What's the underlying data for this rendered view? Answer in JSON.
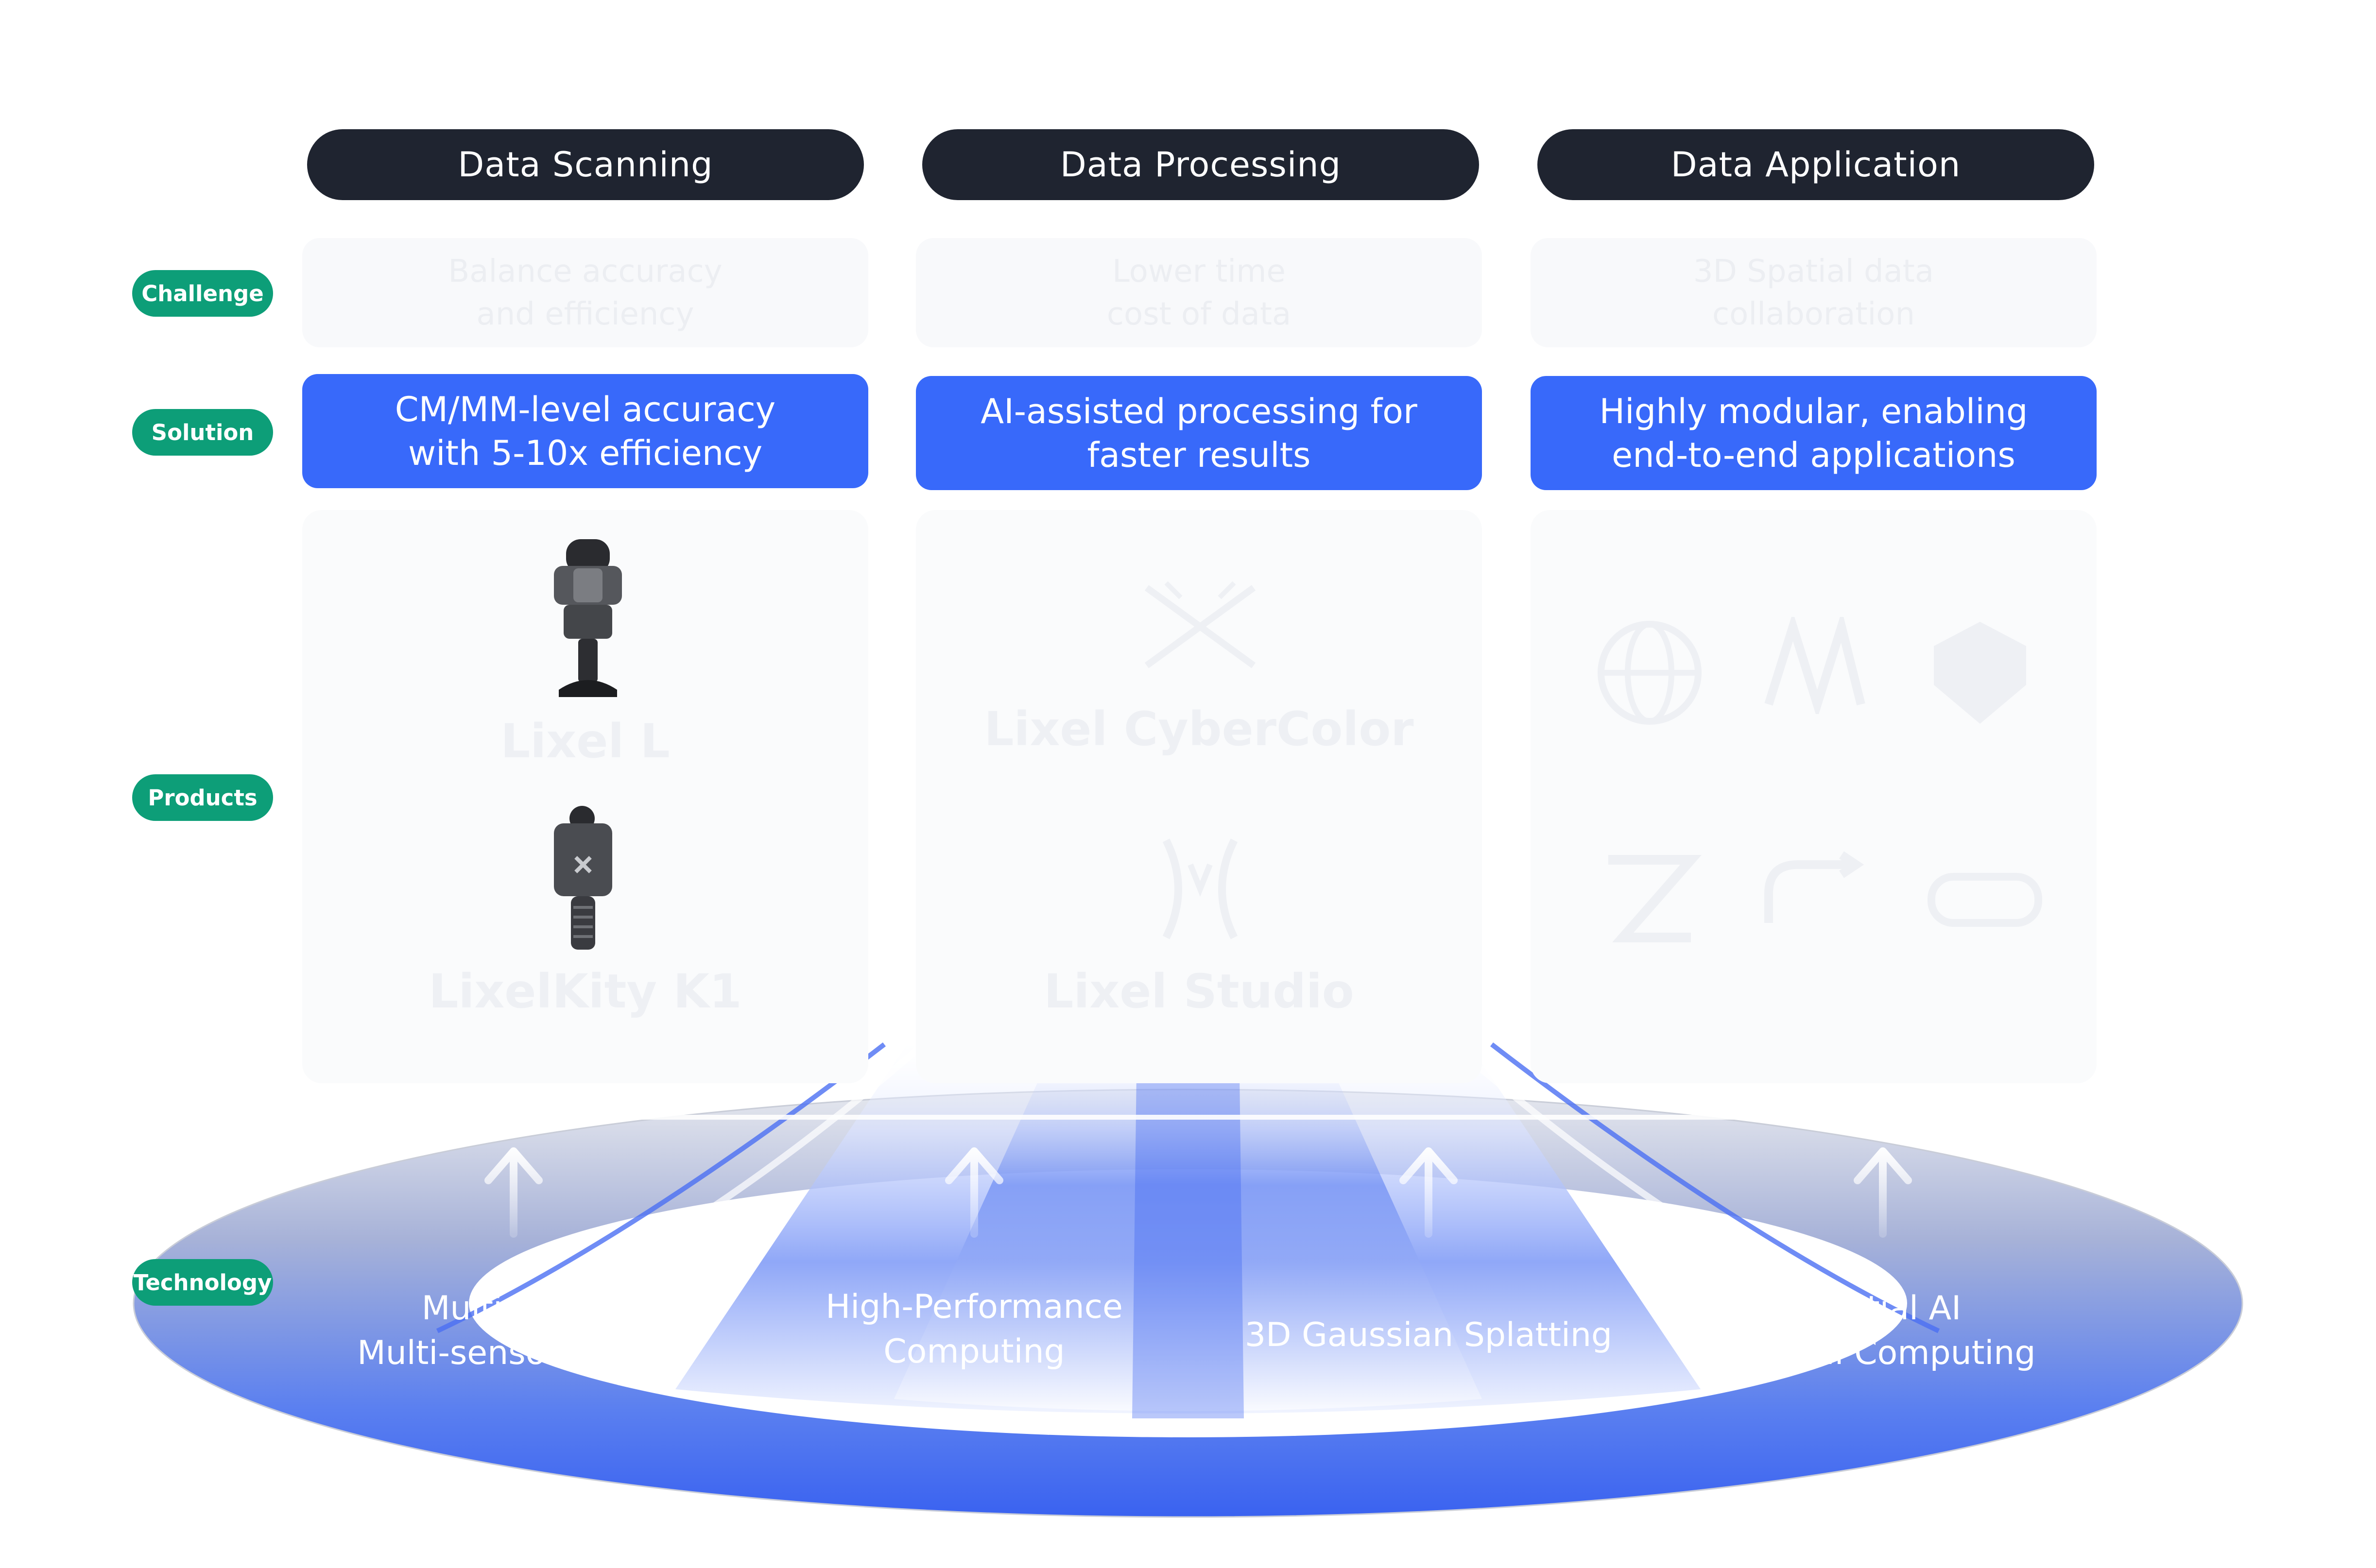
{
  "columns": [
    {
      "title": "Data Scanning"
    },
    {
      "title": "Data Processing"
    },
    {
      "title": "Data Application"
    }
  ],
  "rows": {
    "challenge": "Challenge",
    "solution": "Solution",
    "products": "Products",
    "technology": "Technology"
  },
  "challenges": [
    "Balance accuracy\nand efficiency",
    "Lower time\ncost of data",
    "3D Spatial data\ncollaboration"
  ],
  "solutions": [
    "CM/MM-level accuracy\nwith 5-10x efficiency",
    "AI-assisted processing for\nfaster results",
    "Highly modular, enabling\nend-to-end applications"
  ],
  "products": {
    "scanning": [
      "Lixel L",
      "LixelKity K1"
    ],
    "processing": [
      "Lixel CyberColor",
      "Lixel Studio"
    ]
  },
  "technologies": [
    "Multi-SLAM\nMulti-sensor fusion",
    "High-Performance\nComputing",
    "3D Gaussian Splatting",
    "Spatial AI\nSpatial Computing"
  ],
  "colors": {
    "header": "#1f2430",
    "tag": "#0d9e78",
    "solution": "#3869fa",
    "ring_inner": "#3a62f0"
  }
}
